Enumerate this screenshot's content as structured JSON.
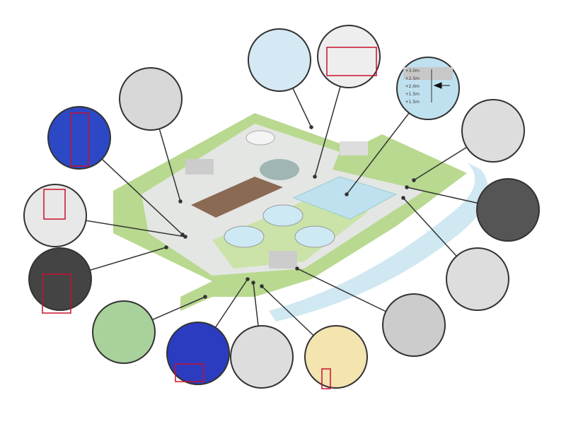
{
  "water_level_gauge": {
    "labels": [
      "+3.0m",
      "+2.5m",
      "+2.0m",
      "+1.5m",
      "+1.5m"
    ],
    "current_marker": "+2.0m"
  },
  "colors": {
    "grass": "#b8d98f",
    "paving": "#e4e6e4",
    "water": "#bfe1ef",
    "alert_box": "#c8102e",
    "connector": "#333333"
  },
  "callouts": [
    {
      "icon": "drone-icon"
    },
    {
      "icon": "fallen-person-icon"
    },
    {
      "icon": "water-level-icon"
    },
    {
      "icon": "gate-access-icon"
    },
    {
      "icon": "card-reader-icon"
    },
    {
      "icon": "vehicle-radar-icon"
    },
    {
      "icon": "door-access-icon"
    },
    {
      "icon": "restricted-zone-icon"
    },
    {
      "icon": "tank-leak-icon"
    },
    {
      "icon": "thermal-tank-icon"
    },
    {
      "icon": "perimeter-walker-icon"
    },
    {
      "icon": "fence-intruder-icon"
    },
    {
      "icon": "pump-detection-icon"
    },
    {
      "icon": "thermal-pumps-icon"
    },
    {
      "icon": "pipe-overview-icon"
    }
  ]
}
